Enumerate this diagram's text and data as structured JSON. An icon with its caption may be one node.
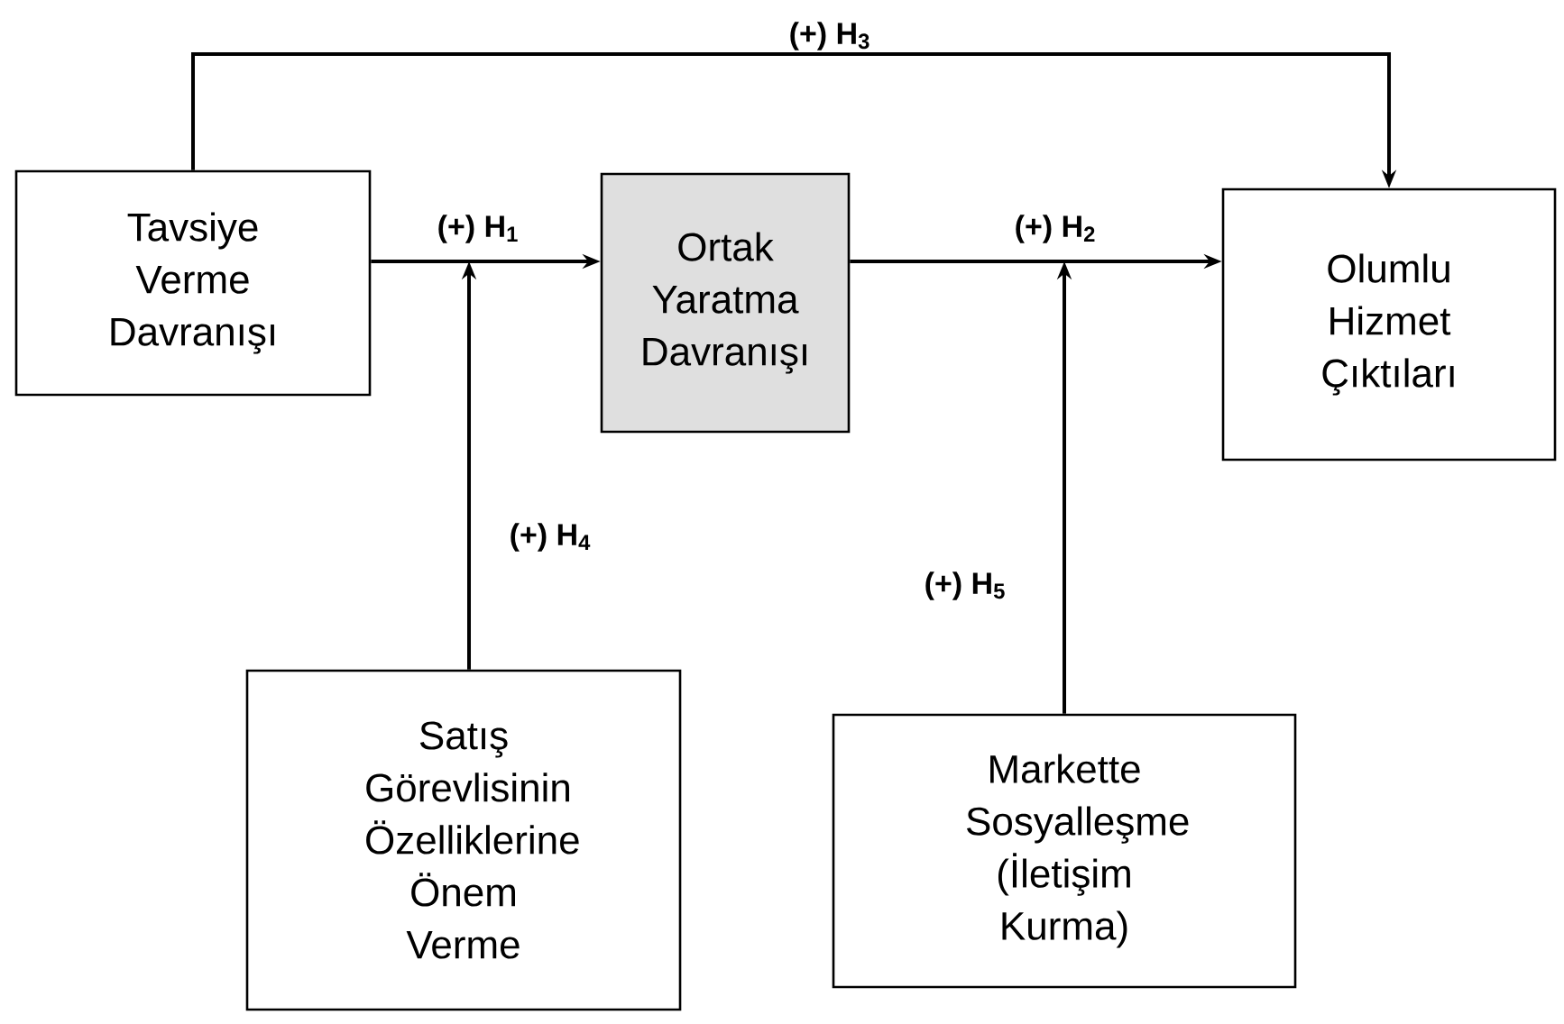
{
  "diagram": {
    "nodes": [
      {
        "text": [
          "Tavsiye Verme Davranışı"
        ]
      },
      {
        "text": [
          "Ortak Yaratma Davranışı"
        ]
      },
      {
        "text": [
          "Olumlu Hizmet Çıktıları"
        ]
      },
      {
        "text": [
          "Satış Görevlisinin Özelliklerine Önem Verme"
        ]
      },
      {
        "text": [
          "Markette Sosyalleşme (İletişim Kurma)"
        ]
      }
    ],
    "edges": [
      {
        "from": 0,
        "to": 1,
        "arrow": "to",
        "label": "(+) H$_{1}$"
      },
      {
        "from": 1,
        "to": 2,
        "arrow": "to",
        "label": "(+) H$_{2}$"
      },
      {
        "from": 0,
        "to": 2,
        "arrow": "to",
        "label": "(+) H$_{3}$"
      },
      {
        "from": 3,
        "to": null,
        "arrow": "to",
        "label": "(+) H$_{4}$"
      },
      {
        "from": 4,
        "to": null,
        "arrow": "to",
        "label": "(+) H$_{5}$"
      }
    ]
  }
}
